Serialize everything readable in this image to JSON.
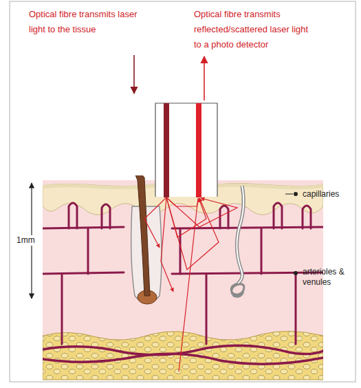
{
  "diagram": {
    "labels": [
      "Optical fibre transmits laser light to the tissue",
      "Optical fibre transmits reflected/scattered laser light to a photo detector",
      "1mm",
      "capillaries",
      "arterioles & venules"
    ]
  }
}
